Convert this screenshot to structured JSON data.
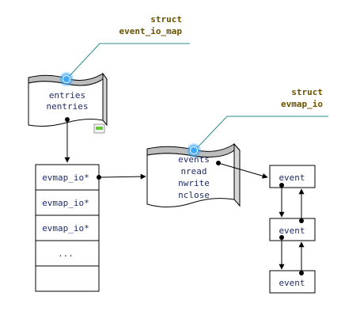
{
  "event_io_map": {
    "title_line1": "struct",
    "title_line2": "event_io_map",
    "fields": [
      "entries",
      "nentries"
    ]
  },
  "evmap_io": {
    "title_line1": "struct",
    "title_line2": "evmap_io",
    "fields": [
      "events",
      "nread",
      "nwrite",
      "nclose"
    ]
  },
  "array": {
    "cells": [
      "evmap_io*",
      "evmap_io*",
      "evmap_io*",
      "...",
      ""
    ]
  },
  "event_list": {
    "items": [
      "event",
      "event",
      "event"
    ]
  },
  "colors": {
    "line": "#000000",
    "callout": "#2e8b8b",
    "title": "#6a5200",
    "text": "#1f2d6b",
    "shape_top": "#c0c0c0",
    "shape_side": "#d8d8d8",
    "glow": "#3fa9f5",
    "small_icon": "#66cc33"
  },
  "icons": {
    "connector_dot": "blue-glow-dot",
    "corner_badge": "green-badge-icon"
  }
}
